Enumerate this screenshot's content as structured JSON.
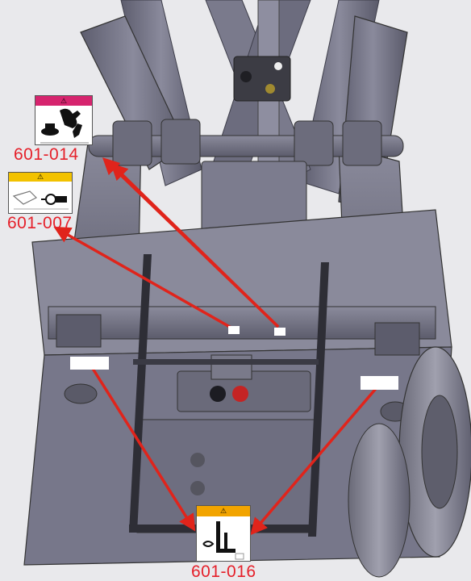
{
  "diagram": {
    "labels": {
      "decal_a": "601-014",
      "decal_b": "601-007",
      "decal_c": "601-016"
    },
    "decals": {
      "decal_a": {
        "band_color": "#d6246e",
        "band_symbol": "⚠",
        "icon": "battery-acid-hand-protection-icon"
      },
      "decal_b": {
        "band_color": "#f2c200",
        "band_symbol": "⚠",
        "icon": "pinch-point-crush-icon"
      },
      "decal_c": {
        "band_color": "#f2a400",
        "band_symbol": "⚠",
        "icon": "scissor-arm-crush-icon"
      }
    },
    "colors": {
      "leader_arrow": "#e0241b",
      "machine_frame": "#6f6f82",
      "machine_shadow": "#4a4a58",
      "background": "#e9e9ec"
    }
  }
}
